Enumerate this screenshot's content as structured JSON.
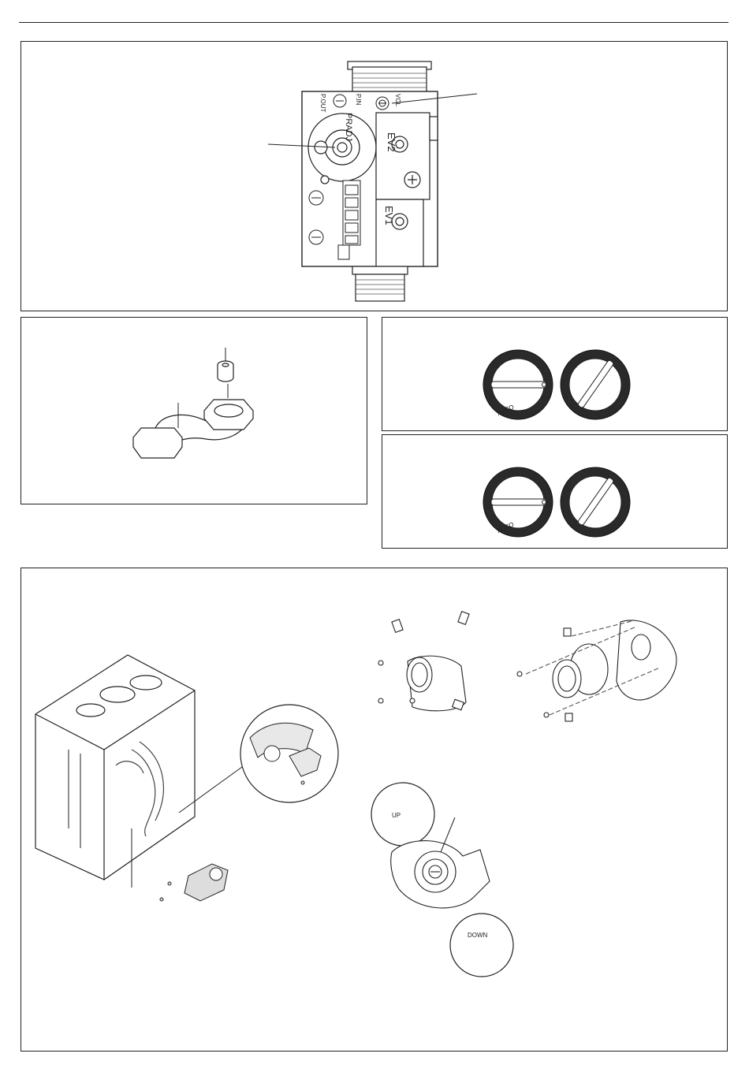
{
  "gas_valve": {
    "brand": "PRADJ",
    "coil_upper": "EV2",
    "coil_lower": "EV1",
    "port_labels": [
      "P.OUT",
      "P.IN",
      "VOL"
    ]
  },
  "dial_panels": {
    "auto_label": "AUTO"
  },
  "fan_detail": {
    "up_label": "UP",
    "down_label": "DOWN"
  },
  "icons": {
    "gas_valve_illustration": "gas-valve-icon",
    "elbow_fitting": "elbow-pipe-icon",
    "control_knob": "control-knob-icon",
    "boiler_unit": "boiler-icon",
    "fan_venturi": "fan-venturi-icon",
    "fan_housing": "fan-housing-icon"
  }
}
